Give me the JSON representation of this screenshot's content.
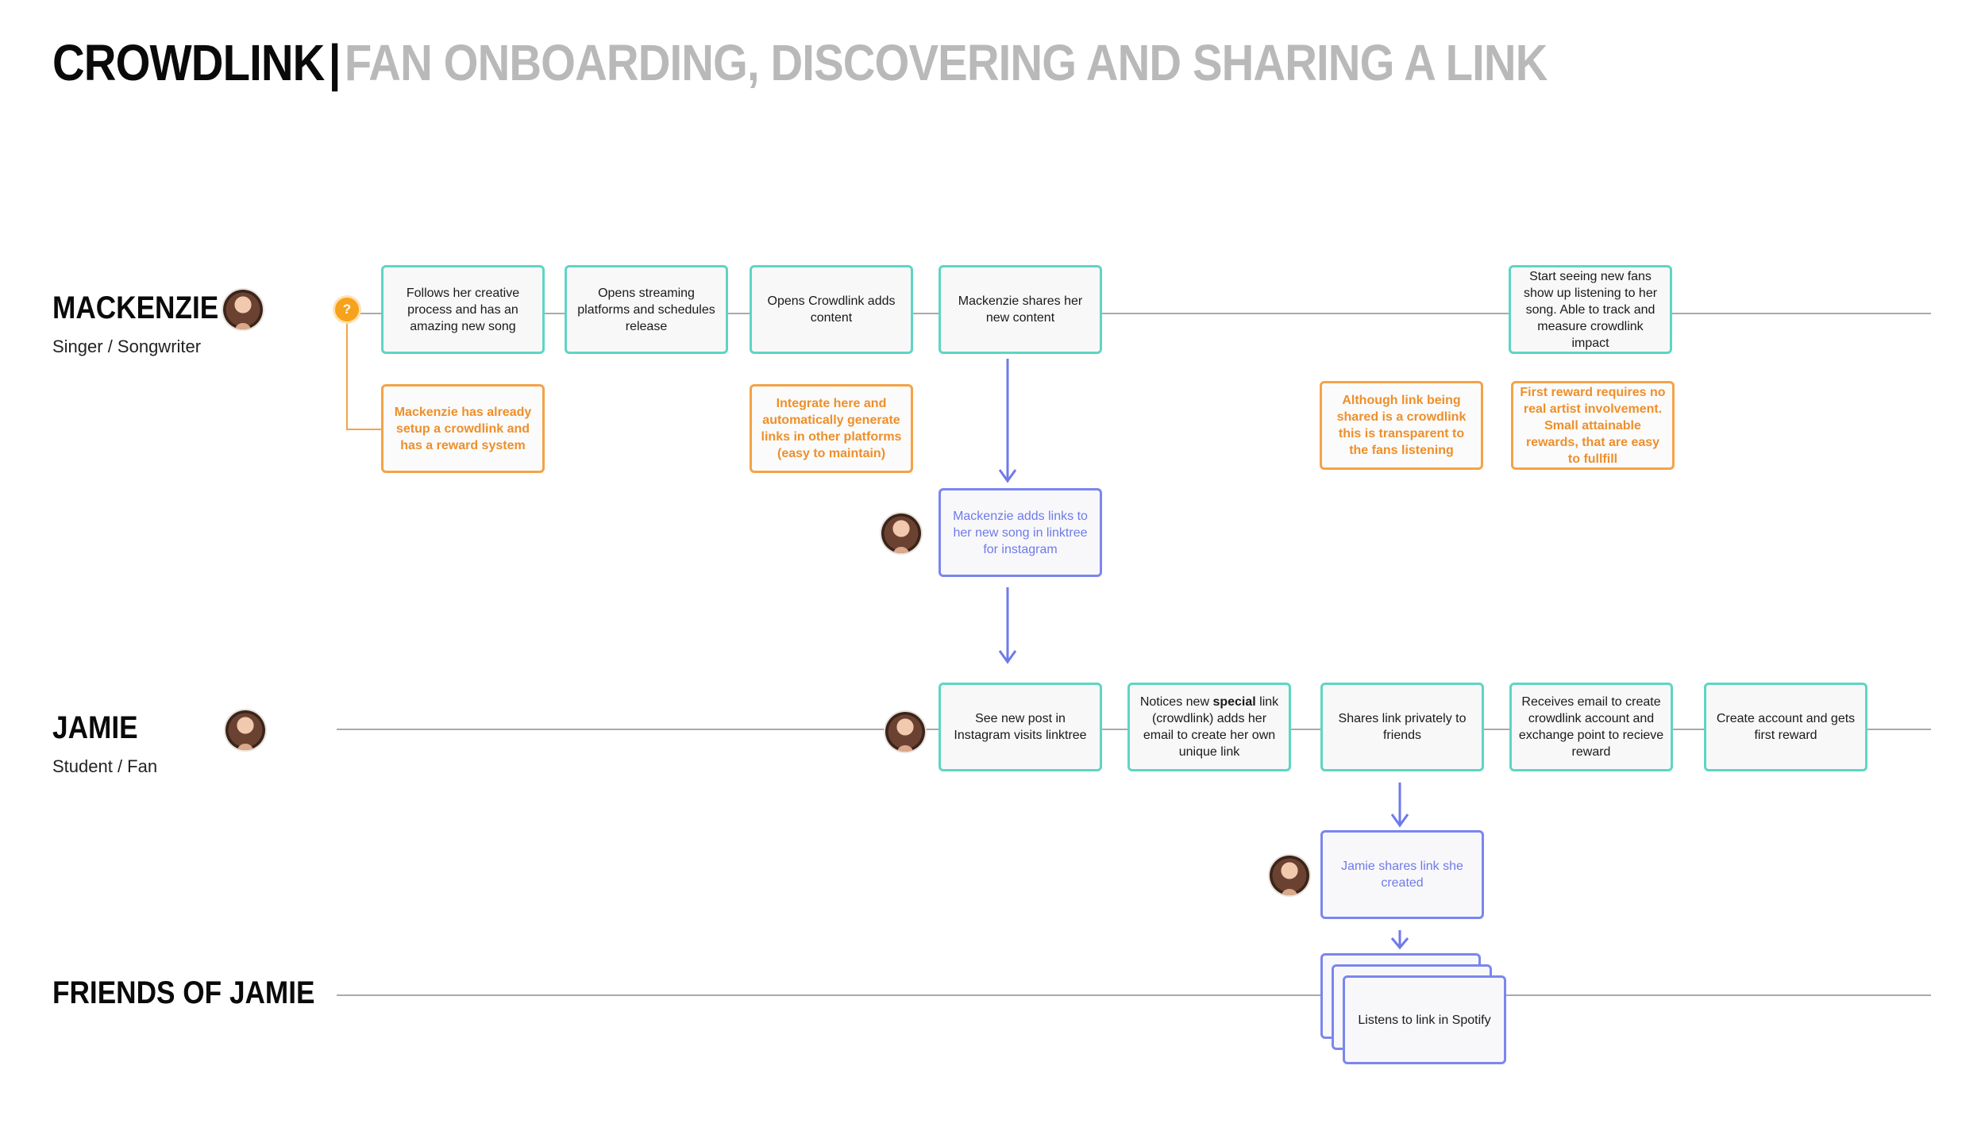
{
  "header": {
    "title_main": "CROWDLINK",
    "title_separator": "|",
    "title_sub": "FAN ONBOARDING, DISCOVERING AND SHARING A LINK"
  },
  "personas": [
    {
      "name": "MACKENZIE",
      "role": "Singer / Songwriter"
    },
    {
      "name": "JAMIE",
      "role": "Student /  Fan"
    },
    {
      "name": "FRIENDS OF JAMIE",
      "role": ""
    }
  ],
  "icons": {
    "question": "?",
    "question_color": "#f7a21c",
    "avatar": "person-avatar-icon"
  },
  "colors": {
    "step": "#5fd5c4",
    "note": "#f4a347",
    "action": "#7b86ee",
    "lane_line": "#a9a9a9"
  },
  "mackenzie_steps": [
    "Follows her creative process and has an amazing new song",
    "Opens streaming platforms and schedules release",
    "Opens Crowdlink adds content",
    "Mackenzie shares her new content",
    "Start seeing new fans show up listening to her song. Able to track and measure crowdlink impact"
  ],
  "notes": [
    "Mackenzie has already setup a crowdlink and has a reward system",
    "Integrate here and automatically generate links in other platforms (easy to maintain)",
    "Although link being shared is a crowdlink this is transparent to the fans listening",
    "First reward requires no real artist involvement. Small attainable rewards, that are easy to fullfill"
  ],
  "actions": {
    "mackenzie_linktree": "Mackenzie adds links to her new song in linktree for instagram",
    "jamie_shares": "Jamie shares link she created"
  },
  "jamie_steps": {
    "s1": "See new post in Instagram visits linktree",
    "s2_before": "Notices new ",
    "s2_bold": "special",
    "s2_after": " link (crowdlink) adds her email to create her own unique link",
    "s3": "Shares link privately to friends",
    "s4": "Receives email to create crowdlink account and exchange point to recieve reward",
    "s5": "Create account and gets first reward"
  },
  "friends_steps": [
    "Listens to link in Spotify"
  ]
}
